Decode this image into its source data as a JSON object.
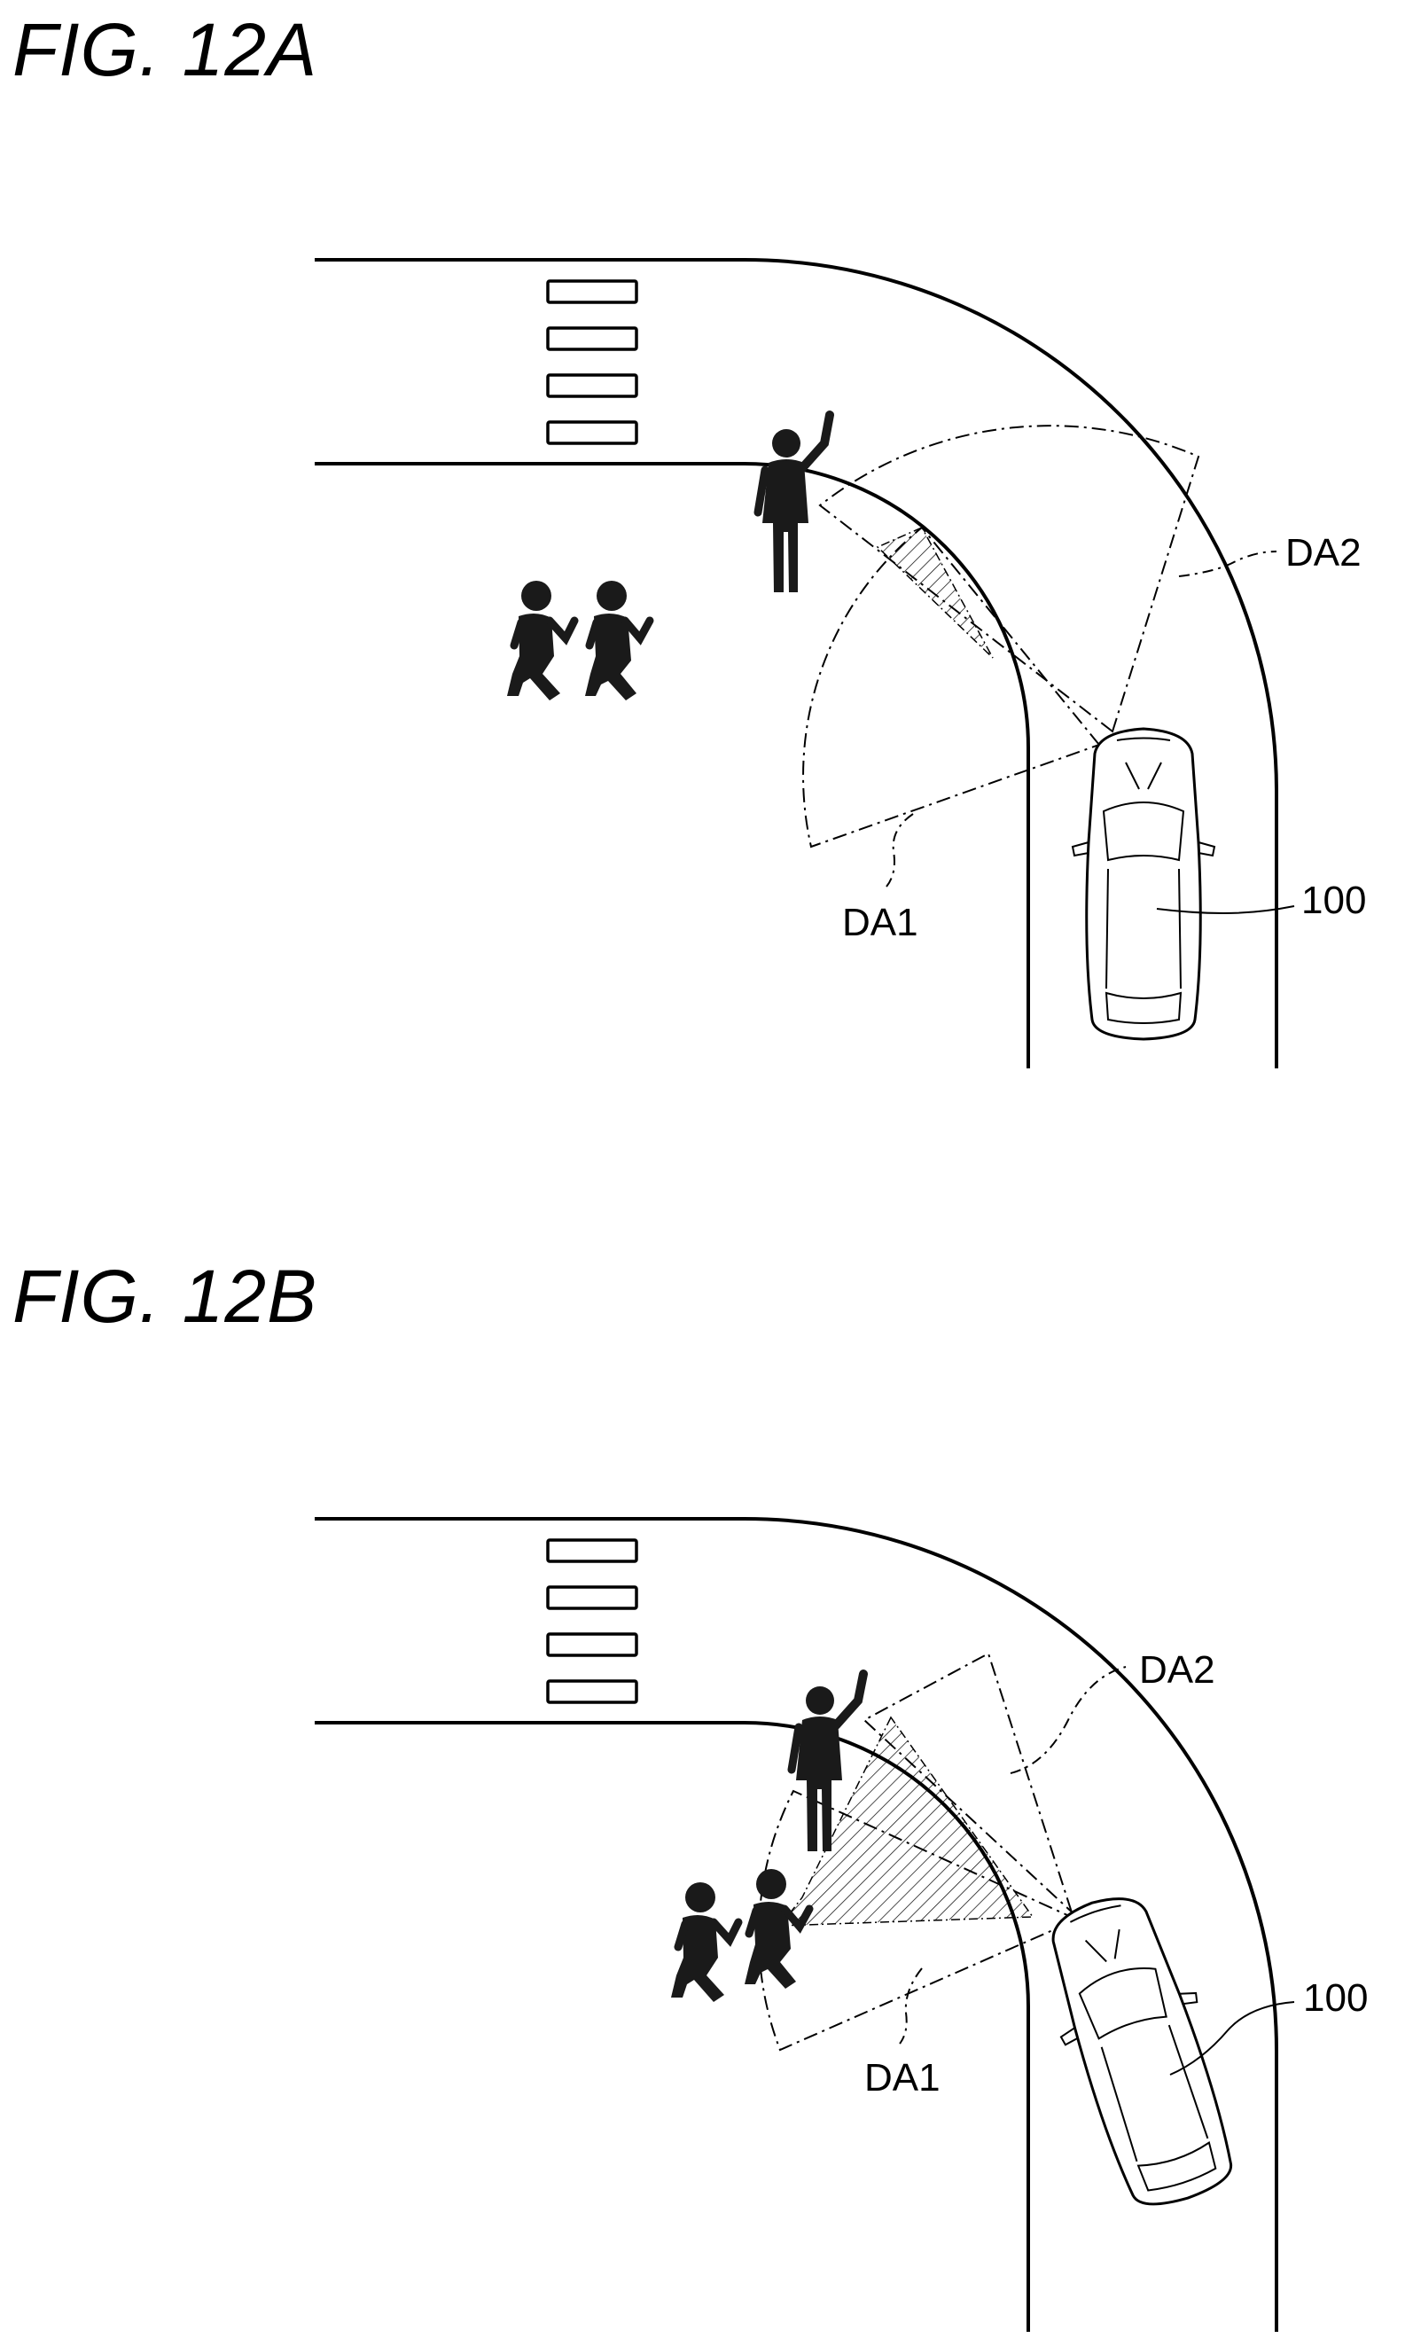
{
  "figures": [
    {
      "title": "FIG. 12A",
      "labels": {
        "da2": "DA2",
        "da1": "DA1",
        "vehicle": "100"
      }
    },
    {
      "title": "FIG. 12B",
      "labels": {
        "da2": "DA2",
        "da1": "DA1",
        "vehicle": "100"
      }
    }
  ]
}
